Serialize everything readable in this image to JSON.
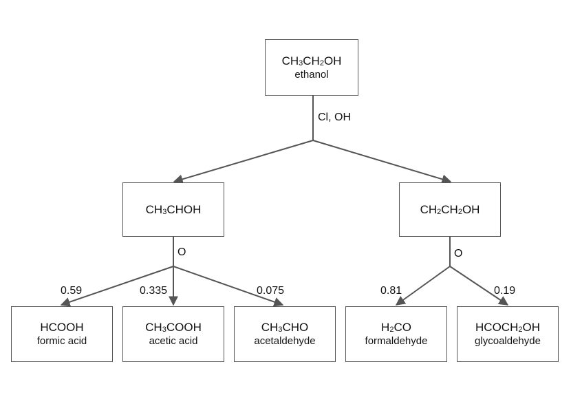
{
  "nodes": {
    "ethanol": {
      "formula": [
        "CH",
        "3",
        "CH",
        "2",
        "OH"
      ],
      "name": "ethanol"
    },
    "ch3choh": {
      "formula": [
        "CH",
        "3",
        "CHOH"
      ]
    },
    "ch2ch2oh": {
      "formula": [
        "CH",
        "2",
        "CH",
        "2",
        "OH"
      ]
    },
    "hcooh": {
      "formula": [
        "HCOOH"
      ],
      "name": "formic acid"
    },
    "ch3cooh": {
      "formula": [
        "CH",
        "3",
        "COOH"
      ],
      "name": "acetic acid"
    },
    "ch3cho": {
      "formula": [
        "CH",
        "3",
        "CHO"
      ],
      "name": "acetaldehyde"
    },
    "h2co": {
      "formula": [
        "H",
        "2",
        "CO"
      ],
      "name": "formaldehyde"
    },
    "hcoch2oh": {
      "formula": [
        "HCOCH",
        "2",
        "OH"
      ],
      "name": "glycoaldehyde"
    }
  },
  "edge_labels": {
    "top_reactants": "Cl, OH",
    "left_reactant": "O",
    "right_reactant": "O"
  },
  "branching": {
    "hcooh": "0.59",
    "ch3cooh": "0.335",
    "ch3cho": "0.075",
    "h2co": "0.81",
    "hcoch2oh": "0.19"
  },
  "colors": {
    "line": "#555555",
    "box_border": "#555555",
    "text": "#111111"
  }
}
